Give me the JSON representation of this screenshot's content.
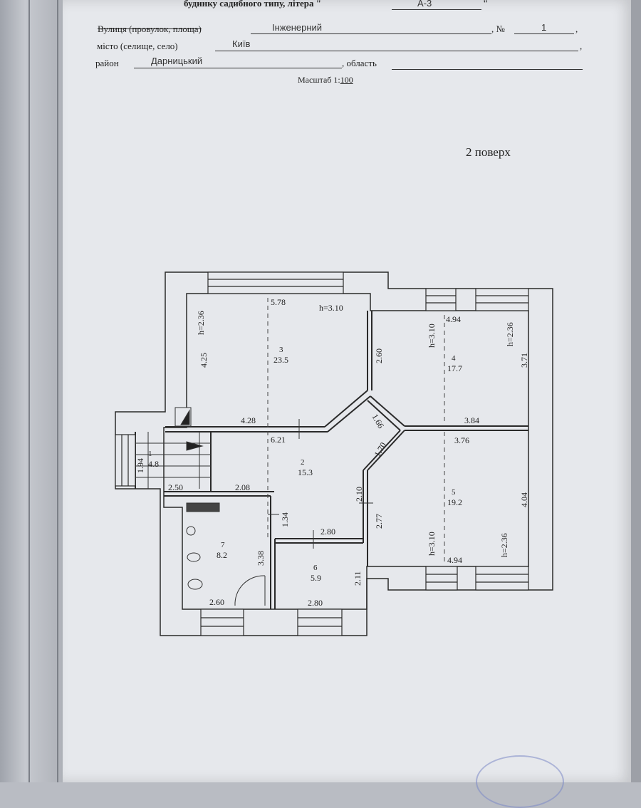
{
  "header": {
    "title_line": "будинку садибного типу, літера \"",
    "litera": "А-3",
    "title_end": "\"",
    "street_label": "Вулиця (провулок, площа)",
    "street_value": "Інженерний",
    "no_label": ", №",
    "house_number": "1",
    "comma1": ",",
    "city_label": "місто (селище, село)",
    "city_value": "Київ",
    "comma2": ",",
    "district_label": "район",
    "district_value": "Дарницький",
    "region_label": ", область",
    "scale_label": "Масштаб 1:",
    "scale_value": "100"
  },
  "floor_label": "2 поверх",
  "rooms": [
    {
      "number": "1",
      "area": "4.8"
    },
    {
      "number": "2",
      "area": "15.3"
    },
    {
      "number": "3",
      "area": "23.5"
    },
    {
      "number": "4",
      "area": "17.7"
    },
    {
      "number": "5",
      "area": "19.2"
    },
    {
      "number": "6",
      "area": "5.9"
    },
    {
      "number": "7",
      "area": "8.2"
    }
  ],
  "dimensions": {
    "d_2_36_a": "h=2.36",
    "d_5_78": "5.78",
    "d_h310_top": "h=3.10",
    "d_4_25": "4.25",
    "d_4_28": "4.28",
    "d_6_21": "6.21",
    "d_2_60_mid": "2.60",
    "d_h310_r4": "h=3.10",
    "d_4_94_top": "4.94",
    "d_h236_r4": "h=2.36",
    "d_3_71": "3.71",
    "d_1_66": "1.66",
    "d_3_84": "3.84",
    "d_3_76": "3.76",
    "d_1_70": "1.70",
    "d_1_94": "1.94",
    "d_2_50": "2.50",
    "d_2_08": "2.08",
    "d_2_10": "2.10",
    "d_1_34": "1.34",
    "d_2_80_top": "2.80",
    "d_2_77": "2.77",
    "d_h310_r5": "h=3.10",
    "d_4_04": "4.04",
    "d_h236_r5": "h=2.36",
    "d_4_94_bot": "4.94",
    "d_3_38": "3.38",
    "d_2_11": "2.11",
    "d_2_60_bot": "2.60",
    "d_2_80_bot": "2.80"
  }
}
